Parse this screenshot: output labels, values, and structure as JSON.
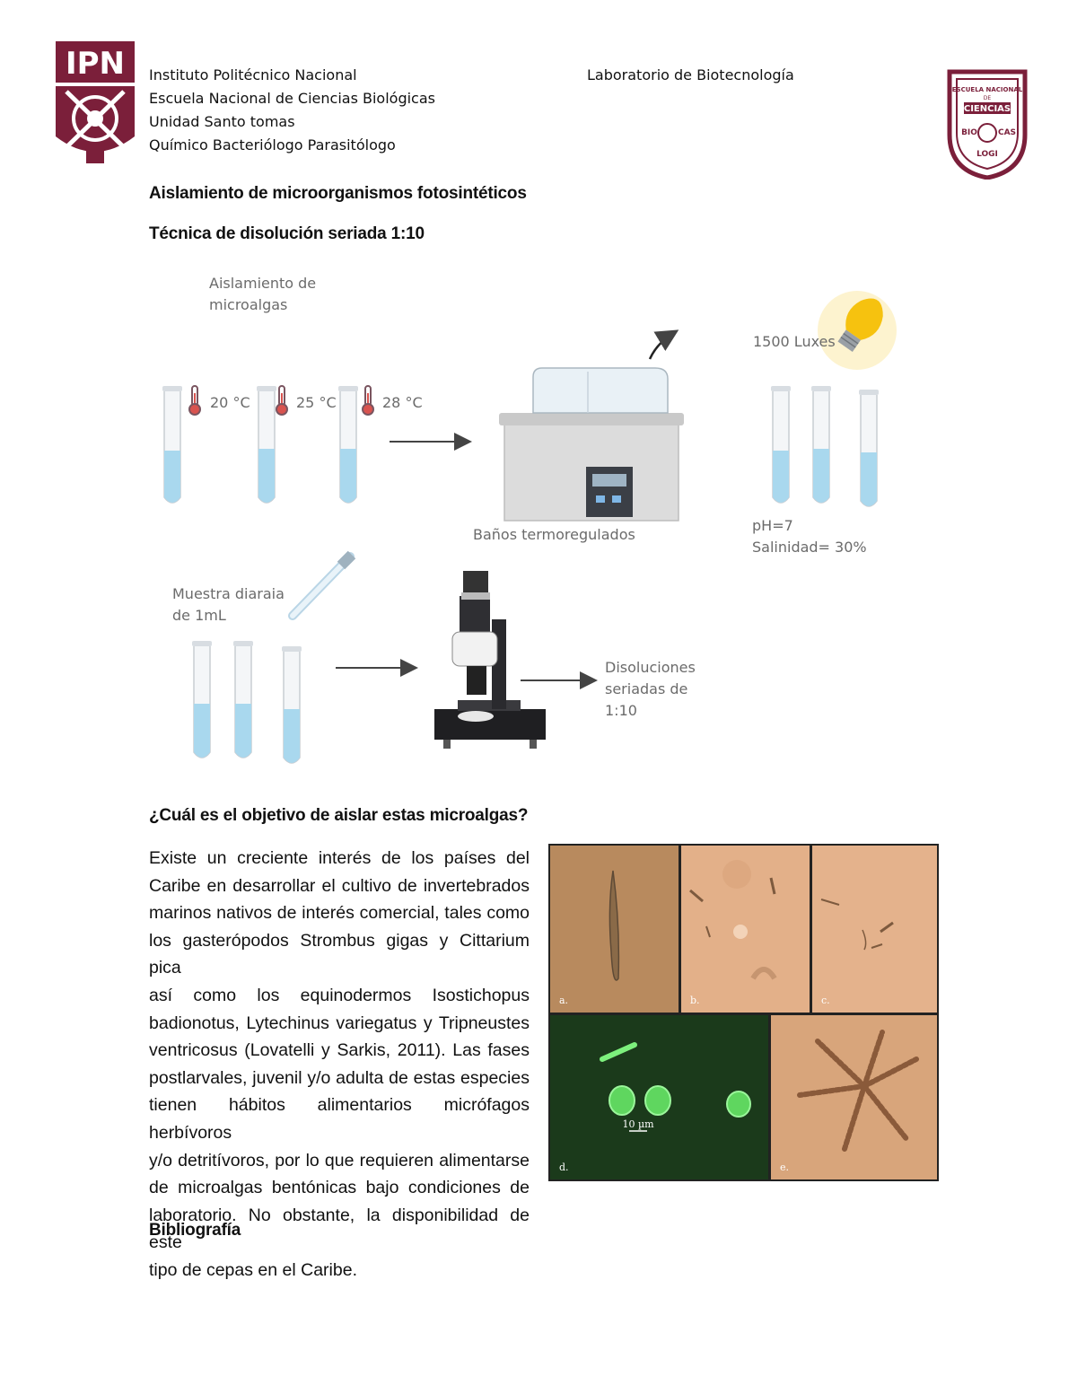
{
  "header": {
    "institution": "Instituto Politécnico Nacional",
    "school": "Escuela Nacional de Ciencias Biológicas",
    "unit": "Unidad Santo tomas",
    "program": "Químico Bacteriólogo Parasitólogo",
    "lab": "Laboratorio de Biotecnología",
    "logo_left_text": "IPN",
    "logo_right_text": [
      "ESCUELA NACIONAL",
      "DE",
      "CIENCIAS",
      "BIO",
      "LOGI",
      "CAS"
    ]
  },
  "titles": {
    "main": "Aislamiento de microorganismos fotosintéticos",
    "technique": "Técnica de disolución seriada 1:10"
  },
  "diagram": {
    "isolation_label_1": "Aislamiento de",
    "isolation_label_2": "microalgas",
    "temp_1": "20 °C",
    "temp_2": "25 °C",
    "temp_3": "28 °C",
    "bath_label": "Baños termoregulados",
    "lux_label": "1500 Luxes",
    "ph_label": "pH=7",
    "salinity_label": "Salinidad= 30%",
    "sample_label_1": "Muestra diaraia",
    "sample_label_2": "de 1mL",
    "dilution_label_1": "Disoluciones",
    "dilution_label_2": "seriadas de",
    "dilution_label_3": "1:10"
  },
  "question": {
    "heading": "¿Cuál es el objetivo de aislar estas microalgas?",
    "lines": [
      "Existe un creciente interés de los países del",
      "Caribe en desarrollar el cultivo de invertebrados",
      "marinos nativos de interés comercial, tales como",
      "los gasterópodos Strombus gigas y Cittarium pica",
      "así como los equinodermos Isostichopus",
      "badionotus, Lytechinus variegatus y Tripneustes",
      "ventricosus (Lovatelli y Sarkis, 2011). Las fases",
      "postlarvales, juvenil y/o adulta de estas especies",
      "tienen hábitos alimentarios micrófagos herbívoros",
      "y/o detritívoros, por lo que requieren alimentarse",
      "de microalgas bentónicas bajo condiciones de",
      "laboratorio. No obstante, la disponibilidad de este",
      "tipo de cepas en el Caribe."
    ]
  },
  "micrographs": {
    "panel_a": "a.",
    "panel_b": "b.",
    "panel_c": "c.",
    "panel_d": "d.",
    "panel_e": "e.",
    "scale_bar": "10 µm"
  },
  "bibliography": {
    "heading": "Bibliografía"
  },
  "colors": {
    "ipn_maroon": "#7b1f3a",
    "tube_liquid": "#a9d8ee",
    "diagram_text": "#6b6b6b"
  }
}
